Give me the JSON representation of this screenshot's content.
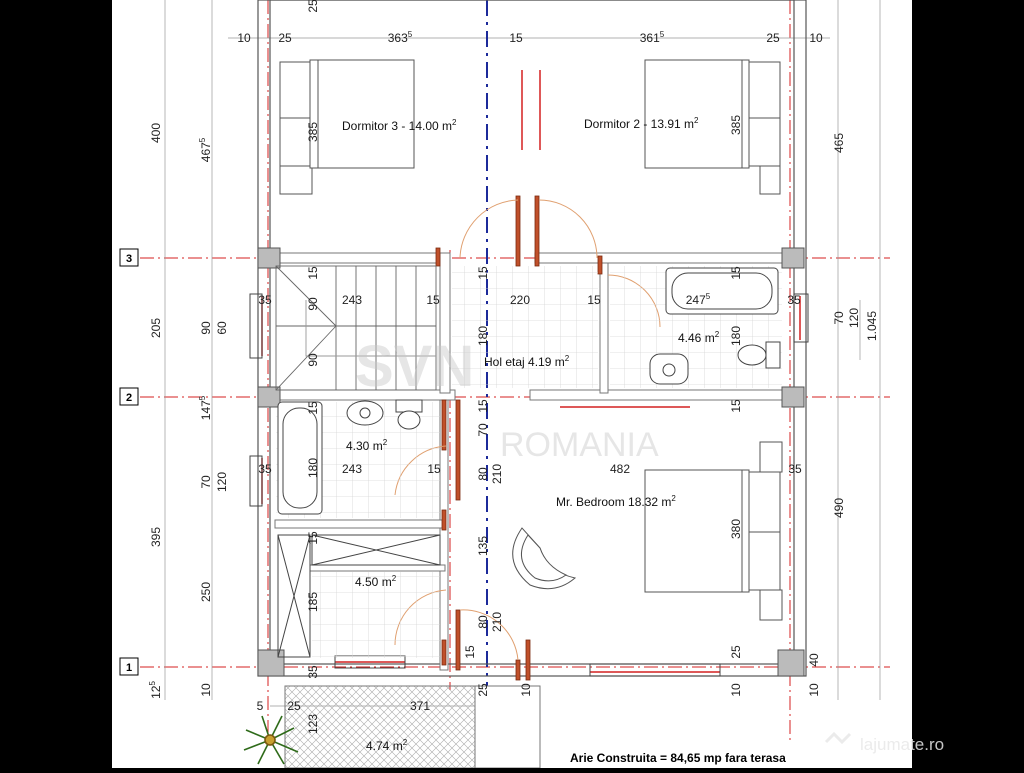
{
  "rooms": {
    "dormitor3": {
      "name": "Dormitor 3 - 14.00 m",
      "sup": "2"
    },
    "dormitor2": {
      "name": "Dormitor 2 - 13.91 m",
      "sup": "2"
    },
    "hol": {
      "name": "Hol etaj 4.19 m",
      "sup": "2"
    },
    "bath_top": {
      "name": "4.46 m",
      "sup": "2"
    },
    "bath_left": {
      "name": "4.30 m",
      "sup": "2"
    },
    "master": {
      "name": "Mr. Bedroom 18.32 m",
      "sup": "2"
    },
    "closet": {
      "name": "4.50 m",
      "sup": "2"
    },
    "terrace": {
      "name": "4.74 m",
      "sup": "2"
    }
  },
  "note": "Arie Construita = 84,65 mp fara terasa",
  "axes": [
    "1",
    "2",
    "3"
  ],
  "watermark": {
    "line1": "SVN",
    "line2": "ROMANIA"
  },
  "brand": "lajumate.ro",
  "dims": {
    "top_10a": "10",
    "top_25a": "25",
    "top_363": "363",
    "top_363_sup": "5",
    "top_15": "15",
    "top_361": "361",
    "top_361_sup": "5",
    "top_25b": "25",
    "top_10b": "10",
    "left_400": "400",
    "left_467": "467",
    "left_467_sup": "5",
    "left_205": "205",
    "left_90": "90",
    "left_60": "60",
    "left_147": "147",
    "left_147_sup": "5",
    "left_70": "70",
    "left_120": "120",
    "left_395": "395",
    "left_250": "250",
    "left_12": "12",
    "left_12_sup": "5",
    "left_10": "10",
    "left_25top": "25",
    "right_465": "465",
    "right_70": "70",
    "right_120": "120",
    "right_1045": "1.045",
    "right_490": "490",
    "right_40": "40",
    "right_10": "10",
    "bed3_385": "385",
    "bed2_385": "385",
    "st_15a": "15",
    "st_90a": "90",
    "st_243": "243",
    "st_15b": "15",
    "st_90b": "90",
    "hol_15": "15",
    "hol_220": "220",
    "hol_15b": "15",
    "hol_180": "180",
    "w35a": "35",
    "bt_15": "15",
    "bt_247": "247",
    "bt_247_sup": "5",
    "bt_35": "35",
    "bt_180": "180",
    "bl_15": "15",
    "bl_180": "180",
    "bl_243": "243",
    "bl_15b": "15",
    "bl_35": "35",
    "c_70": "70",
    "c_15": "15",
    "c_80": "80",
    "c_210": "210",
    "mb_482": "482",
    "mb_35": "35",
    "mb_15": "15",
    "mb_380": "380",
    "cl_15": "15",
    "cl_185": "185",
    "c_135": "135",
    "c_80b": "80",
    "c_210b": "210",
    "bot_35": "35",
    "bot_15": "15",
    "bot_25": "25",
    "ter_5": "5",
    "ter_25": "25",
    "ter_371": "371",
    "ter_25b": "25",
    "ter_10": "10",
    "ter_10b": "10",
    "ter_123": "123"
  }
}
